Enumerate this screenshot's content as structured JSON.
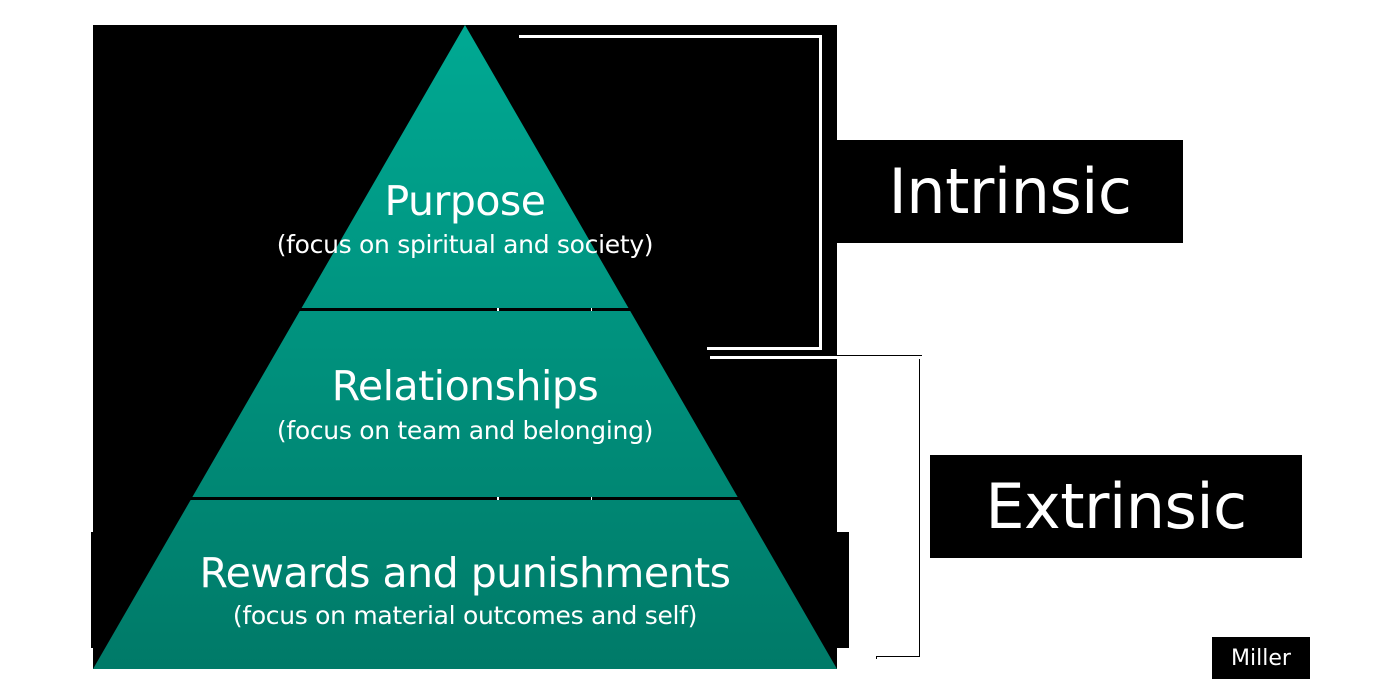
{
  "diagram": {
    "type": "pyramid",
    "colors": {
      "pyramid_top": "#00A993",
      "pyramid_bottom": "#007A68",
      "background_block": "#000000",
      "text": "#FFFFFF",
      "page_background": "#FFFFFF"
    },
    "tiers": [
      {
        "title": "Purpose",
        "subtitle": "(focus on spiritual and society)"
      },
      {
        "title": "Relationships",
        "subtitle": "(focus on team and belonging)"
      },
      {
        "title": "Rewards and punishments",
        "subtitle": "(focus on material outcomes and self)"
      }
    ],
    "brackets": [
      {
        "label": "Intrinsic",
        "covers_tiers": [
          "Purpose"
        ]
      },
      {
        "label": "Extrinsic",
        "covers_tiers": [
          "Relationships",
          "Rewards and punishments"
        ]
      }
    ],
    "credit": "Miller"
  }
}
